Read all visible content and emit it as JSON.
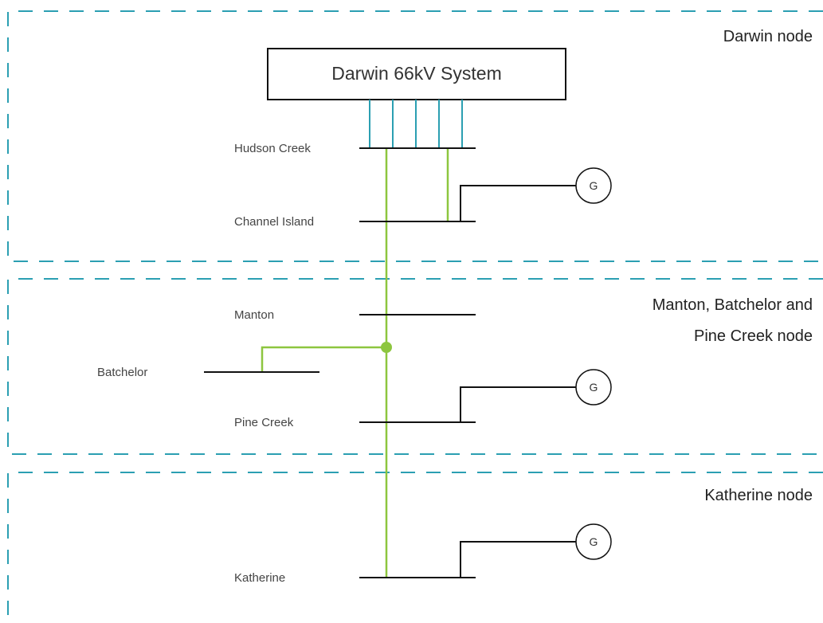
{
  "system": {
    "label": "Darwin 66kV System"
  },
  "nodes": [
    {
      "label": "Darwin node"
    },
    {
      "label_line1": "Manton, Batchelor and",
      "label_line2": "Pine Creek node"
    },
    {
      "label": "Katherine node"
    }
  ],
  "buses": [
    {
      "label": "Hudson Creek"
    },
    {
      "label": "Channel Island"
    },
    {
      "label": "Manton"
    },
    {
      "label": "Batchelor"
    },
    {
      "label": "Pine Creek"
    },
    {
      "label": "Katherine"
    }
  ],
  "generator_symbol": "G",
  "colors": {
    "region_border": "#2b9fb2",
    "transmission_line": "#8dc63f",
    "feeder": "#2b9fb2",
    "bus": "#111111"
  }
}
